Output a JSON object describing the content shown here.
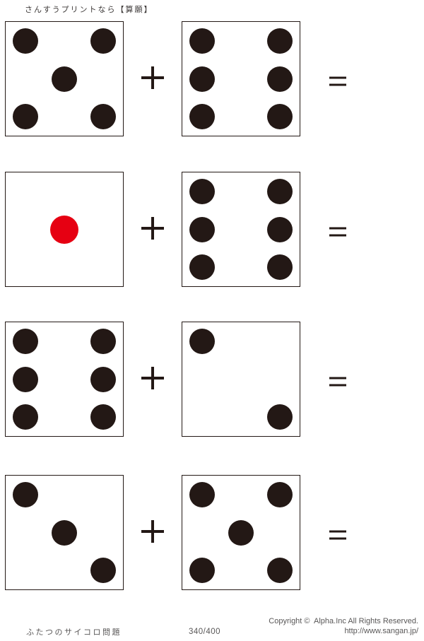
{
  "header": {
    "title": "さんすうプリントなら【算願】"
  },
  "footer": {
    "worksheet_title": "ふたつのサイコロ問題",
    "page_indicator": "340/400",
    "copyright": "Copyright ©  Alpha.Inc All Rights Reserved.",
    "url": "http://www.sangan.jp/"
  },
  "colors": {
    "pip_black": "#231815",
    "pip_red": "#e60012",
    "die_border": "#231815",
    "operator_symbol": "#231815",
    "footer_text": "#595757",
    "header_text": "#3e3a39"
  },
  "problems": [
    {
      "left_die": {
        "pips": 5,
        "pip_color": "black"
      },
      "operator": "+",
      "right_die": {
        "pips": 6,
        "pip_color": "black"
      },
      "equals": "="
    },
    {
      "left_die": {
        "pips": 1,
        "pip_color": "red"
      },
      "operator": "+",
      "right_die": {
        "pips": 6,
        "pip_color": "black"
      },
      "equals": "="
    },
    {
      "left_die": {
        "pips": 6,
        "pip_color": "black"
      },
      "operator": "+",
      "right_die": {
        "pips": 2,
        "pip_color": "black"
      },
      "equals": "="
    },
    {
      "left_die": {
        "pips": 3,
        "pip_color": "black"
      },
      "operator": "+",
      "right_die": {
        "pips": 5,
        "pip_color": "black"
      },
      "equals": "="
    }
  ]
}
